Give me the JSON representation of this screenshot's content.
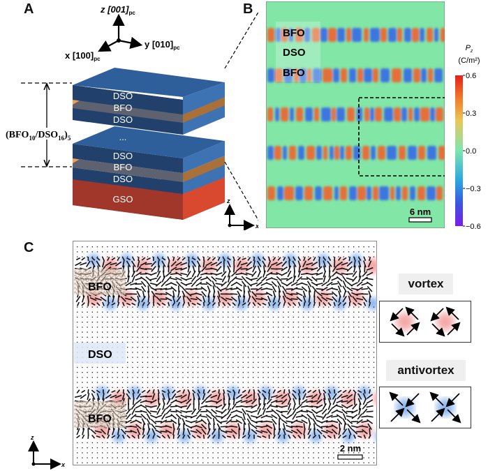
{
  "figure": {
    "panels": [
      "A",
      "B",
      "C"
    ]
  },
  "panelA": {
    "axes": {
      "z": "z [001]",
      "z_sub": "pc",
      "y": "y [010]",
      "y_sub": "pc",
      "x": "x [100]",
      "x_sub": "pc"
    },
    "stack_upper": [
      "DSO",
      "BFO",
      "DSO"
    ],
    "ellipsis": "...",
    "stack_lower": [
      "DSO",
      "BFO",
      "DSO"
    ],
    "substrate": "GSO",
    "period_label": {
      "prefix": "(BFO",
      "sub1": "10",
      "mid": "/DSO",
      "sub2": "16",
      "close": ")",
      "sub3": "5"
    },
    "colors": {
      "dso_top": "#2f5f9a",
      "dso_front": "#22406c",
      "dso_side": "#3d73b3",
      "bfo_front": "#5d6170",
      "bfo_side": "#a9703a",
      "bfo_edge": "#f0a050",
      "gso_front": "#a0372a",
      "gso_side": "#d9492f"
    }
  },
  "panelB": {
    "labels": [
      "BFO",
      "DSO",
      "BFO"
    ],
    "colorbar": {
      "title": "P",
      "title_sub": "z",
      "unit": "(C/m²)",
      "ticks": [
        "0.6",
        "0.3",
        "0.0",
        "−0.3",
        "−0.6"
      ],
      "range": [
        -0.6,
        0.6
      ]
    },
    "scale_bar": "6 nm",
    "axes": {
      "z": "z",
      "x": "x"
    },
    "background": "#82e6a6",
    "bfo_layer_count": 5
  },
  "panelC": {
    "labels": {
      "bfo_top": "BFO",
      "dso": "DSO",
      "bfo_bottom": "BFO"
    },
    "scale_bar": "2 nm",
    "axes": {
      "z": "z",
      "x": "x"
    },
    "legend": {
      "vortex": "vortex",
      "antivortex": "antivortex"
    },
    "colors": {
      "vortex": "#f4a8a8",
      "antivortex": "#8fb7ee"
    }
  }
}
